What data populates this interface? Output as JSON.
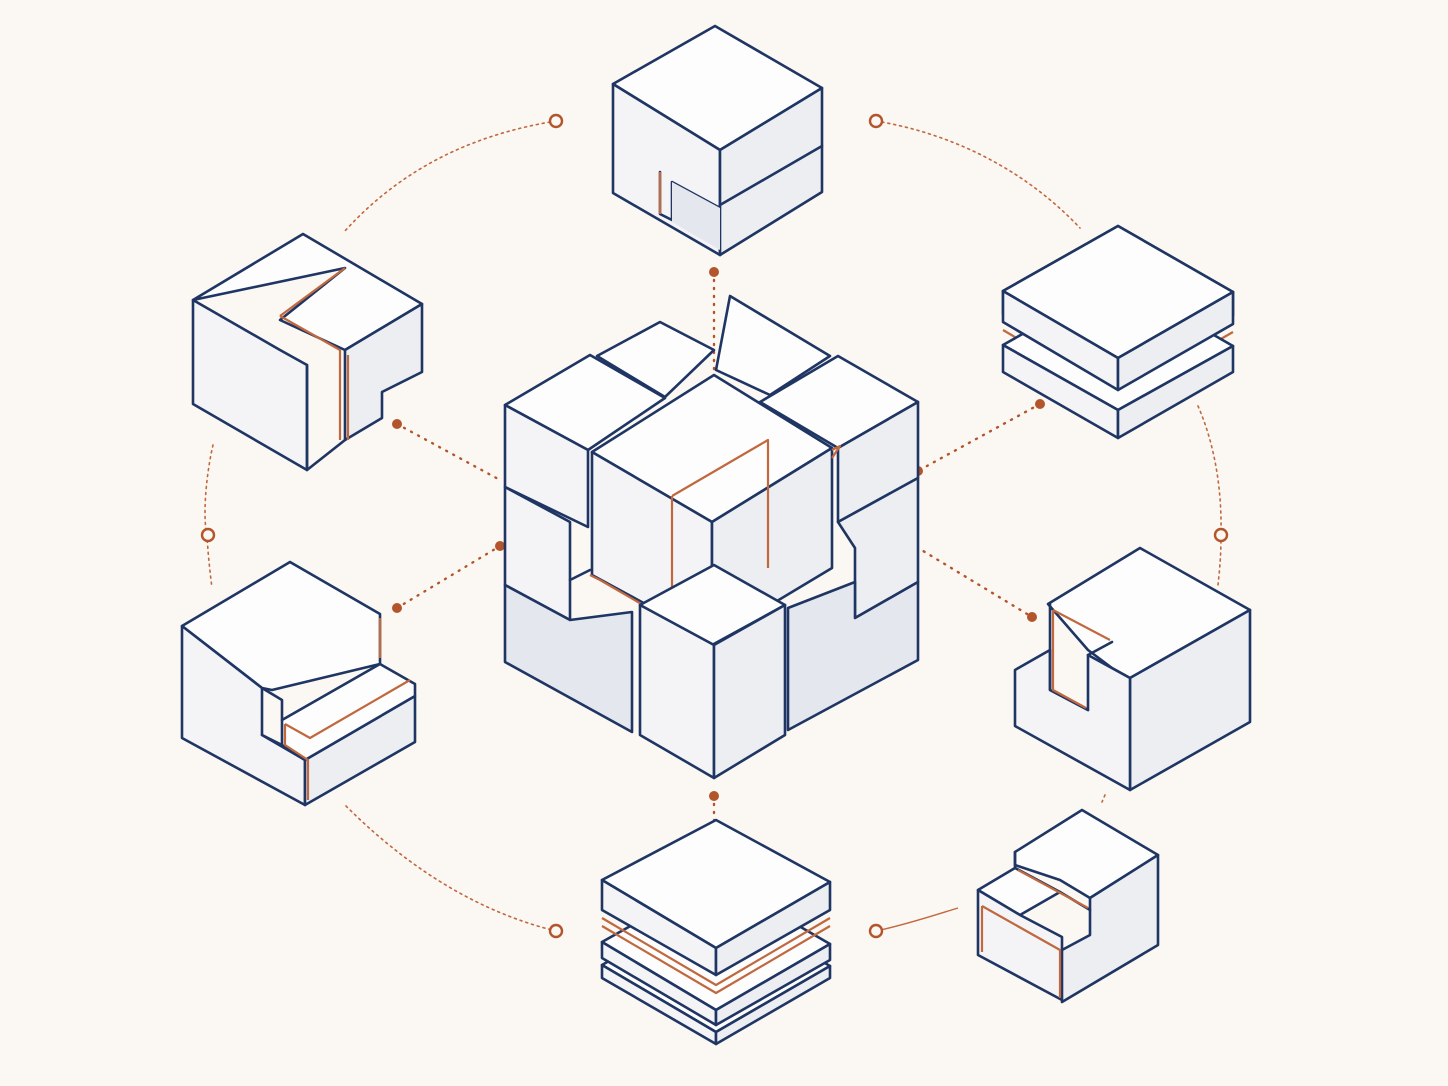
{
  "figure": {
    "kind": "isometric modular cube assembly diagram",
    "central_element": "assembled-cube",
    "satellite_modules": [
      "top-l-cutout-block",
      "upper-right-layered-slab",
      "right-notched-block",
      "lower-right-stepped-block",
      "bottom-layered-stack",
      "left-stepped-block",
      "upper-left-l-block"
    ],
    "palette": {
      "background": "#fbf7f2",
      "outline": "#1f3563",
      "accent": "#c0683e",
      "face_light": "#fdfdfd",
      "face_shade": "#e4e7ee"
    },
    "text_labels": []
  }
}
